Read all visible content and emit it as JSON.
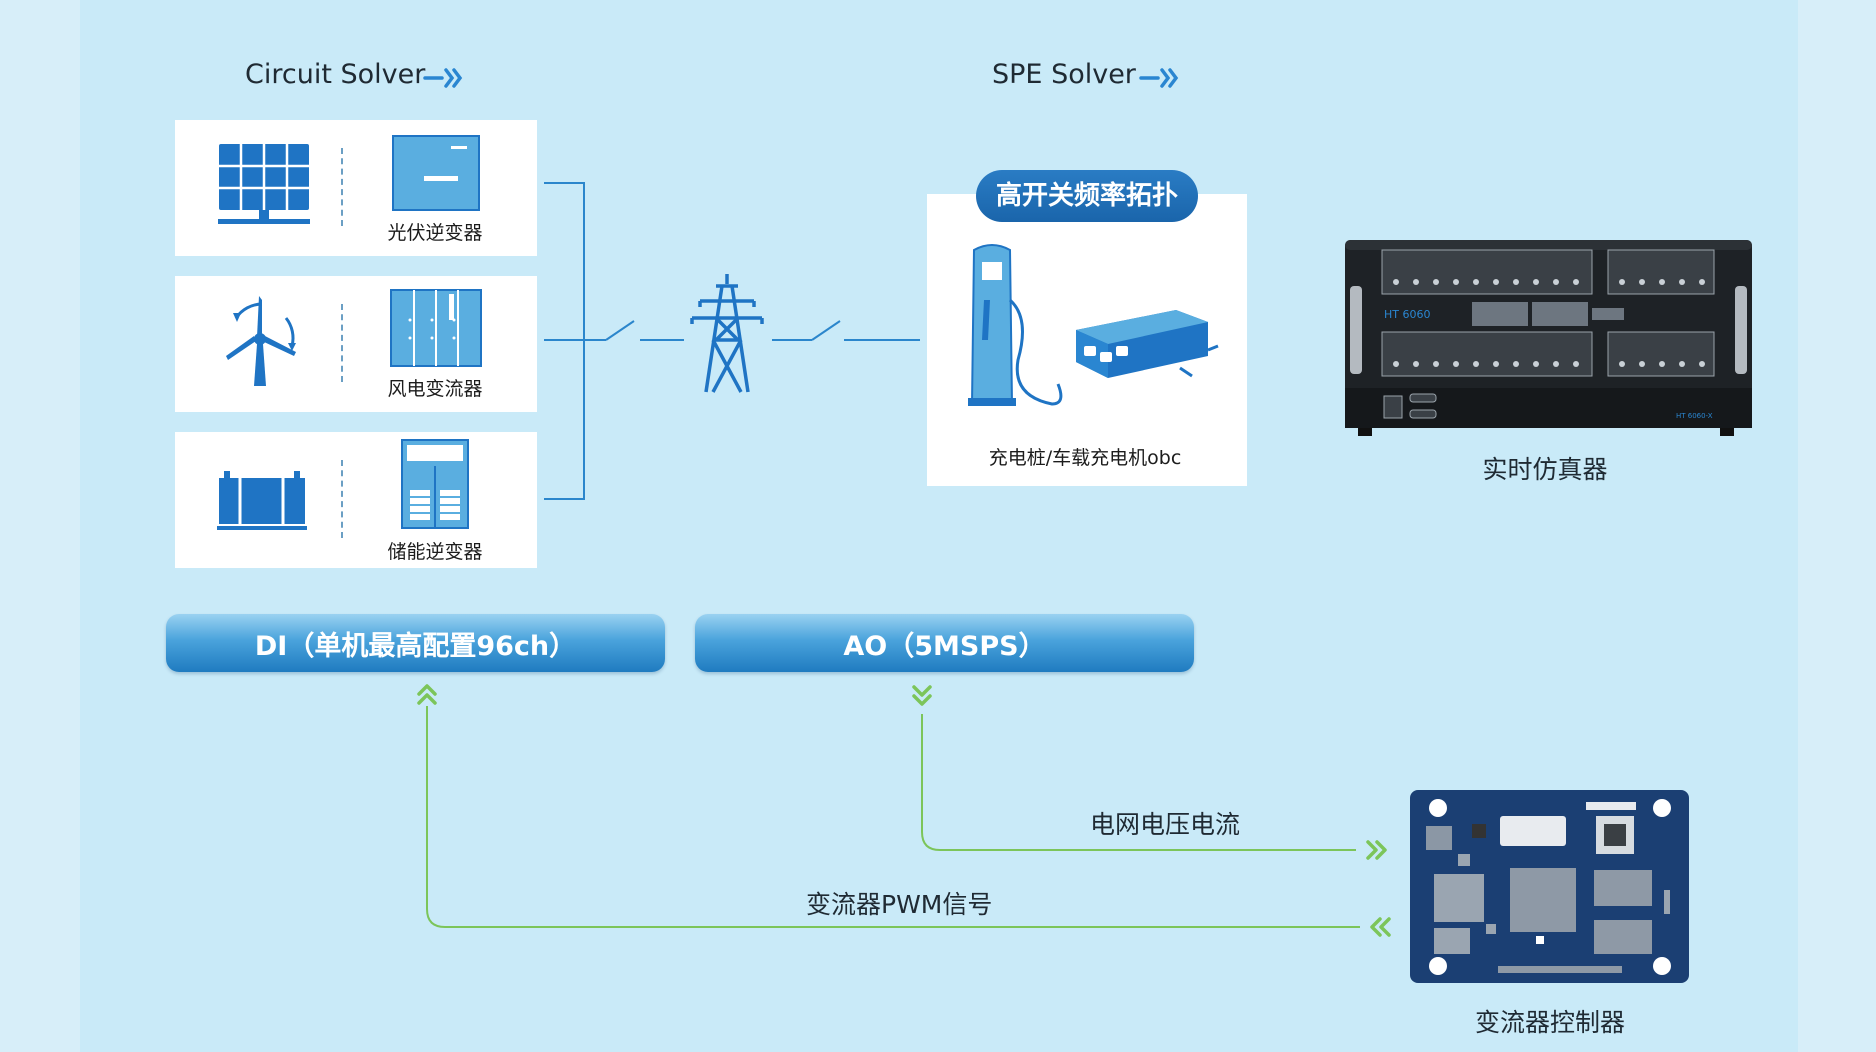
{
  "solvers": {
    "circuit": "Circuit Solver",
    "spe": "SPE Solver"
  },
  "devices": {
    "pv_inverter": "光伏逆变器",
    "wind_converter": "风电变流器",
    "storage_inverter": "储能逆变器",
    "charger": "充电桩/车载充电机obc",
    "simulator": "实时仿真器",
    "controller": "变流器控制器"
  },
  "badge": "高开关频率拓扑",
  "interfaces": {
    "di": "DI（单机最高配置96ch）",
    "ao": "AO（5MSPS）"
  },
  "signals": {
    "grid": "电网电压电流",
    "pwm": "变流器PWM信号"
  },
  "simulator_panel": {
    "model": "HT 6060",
    "model_small": "HT 6060-X"
  },
  "icons": [
    "solar-panel-icon",
    "inverter-cabinet-icon",
    "wind-turbine-icon",
    "converter-cabinet-icon",
    "battery-rack-icon",
    "storage-cabinet-icon",
    "transmission-tower-icon",
    "ev-charger-icon",
    "obc-module-icon",
    "double-chevron-right-icon",
    "double-chevron-up-icon",
    "double-chevron-down-icon",
    "double-chevron-left-icon"
  ],
  "colors": {
    "background": "#c9eaf8",
    "primary_blue": "#1a6db3",
    "icon_blue": "#1f74c4",
    "bar_gradient_top": "#9ad2f1",
    "bar_gradient_bottom": "#1f7bc0",
    "signal_green": "#7cc55a",
    "controller_navy": "#1b3f73"
  }
}
